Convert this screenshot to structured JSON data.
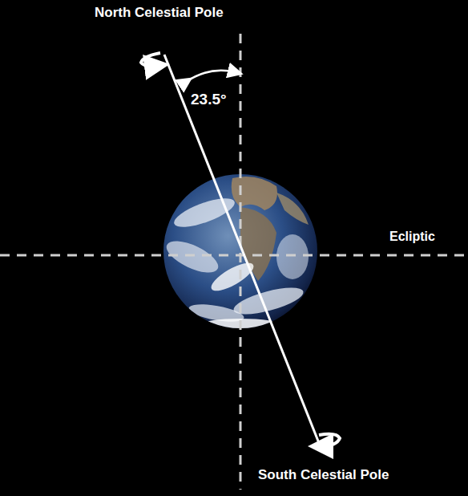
{
  "diagram": {
    "labels": [
      "North Celestial Pole",
      "23.5°",
      "Ecliptic",
      "South Celestial Pole"
    ]
  }
}
